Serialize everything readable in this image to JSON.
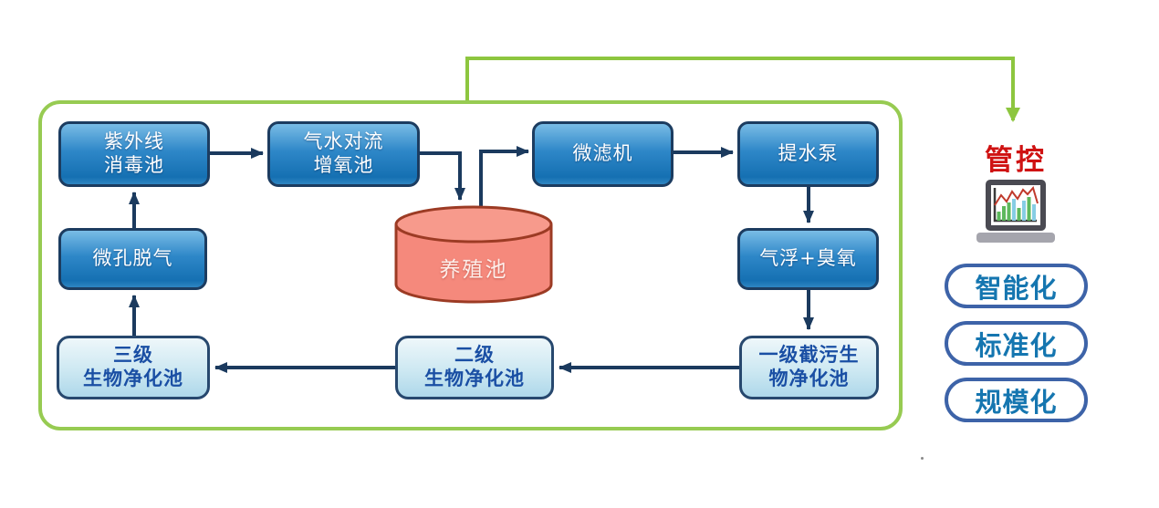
{
  "flow": {
    "boundary_color": "#97cb52",
    "arrow_color": "#1b3a5e",
    "node_fill_top": "#79bce6",
    "node_fill_bottom": "#1570b2",
    "nodes": {
      "uv": {
        "line1": "紫外线",
        "line2": "消毒池"
      },
      "aeration": {
        "line1": "气水对流",
        "line2": "增氧池"
      },
      "microfilter": {
        "label": "微滤机"
      },
      "pump": {
        "label": "提水泵"
      },
      "degas": {
        "label": "微孔脱气"
      },
      "ozone": {
        "label": "气浮+臭氧"
      },
      "tertiary": {
        "line1": "三级",
        "line2": "生物净化池"
      },
      "secondary": {
        "line1": "二级",
        "line2": "生物净化池"
      },
      "primary": {
        "line1": "一级截污生",
        "line2": "物净化池"
      }
    },
    "pond": {
      "label": "养殖池",
      "fill": "#f5897c",
      "stroke": "#9c3b24"
    }
  },
  "control": {
    "title": "管控",
    "title_color": "#cf1212",
    "icon": "laptop-chart-icon",
    "pill_border_color": "#3d63a8",
    "pill_text_color": "#1576b0",
    "pills": [
      {
        "label": "智能化"
      },
      {
        "label": "标准化"
      },
      {
        "label": "规模化"
      }
    ]
  }
}
